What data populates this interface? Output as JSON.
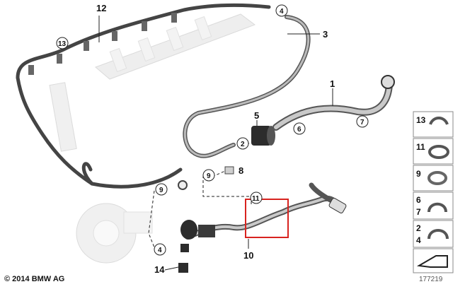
{
  "callouts": {
    "c1": "1",
    "c2": "2",
    "c3": "3",
    "c4a": "4",
    "c4b": "4",
    "c5": "5",
    "c6": "6",
    "c7": "7",
    "c8": "8",
    "c9a": "9",
    "c9b": "9",
    "c10": "10",
    "c11": "11",
    "c12": "12",
    "c13": "13",
    "c14": "14"
  },
  "legend": {
    "l13": "13",
    "l11": "11",
    "l9": "9",
    "l6": "6",
    "l7": "7",
    "l2": "2",
    "l4": "4"
  },
  "footer": {
    "copyright": "© 2014 BMW AG",
    "image_id": "177219"
  },
  "colors": {
    "highlight": "#d8231f",
    "part_fill": "#d9d9d9",
    "line": "#222222"
  }
}
